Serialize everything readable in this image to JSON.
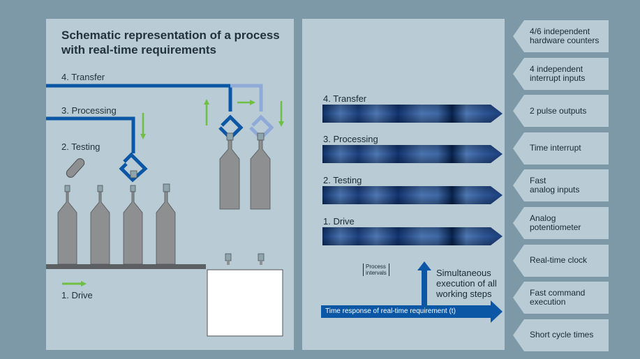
{
  "title": "Schematic representation of a process with real-time requirements",
  "left_labels": {
    "transfer": "4. Transfer",
    "processing": "3. Processing",
    "testing": "2. Testing",
    "drive": "1. Drive"
  },
  "process_bars": [
    {
      "label": "4. Transfer"
    },
    {
      "label": "3. Processing"
    },
    {
      "label": "2. Testing"
    },
    {
      "label": "1. Drive"
    }
  ],
  "process_intervals_label": [
    "Process",
    "intervals"
  ],
  "simultaneous_label": [
    "Simultaneous",
    "execution of all",
    "working steps"
  ],
  "time_axis_label": "Time response of real-time requirement (t)",
  "features": [
    [
      "4/6 independent",
      "hardware counters"
    ],
    [
      "4 independent",
      "interrupt inputs"
    ],
    [
      "2 pulse outputs"
    ],
    [
      "Time interrupt"
    ],
    [
      "Fast",
      "analog inputs"
    ],
    [
      "Analog",
      "potentiometer"
    ],
    [
      "Real-time clock"
    ],
    [
      "Fast command",
      "execution"
    ],
    [
      "Short cycle times"
    ]
  ],
  "colors": {
    "background": "#7d99a8",
    "panel": "#b9cbd5",
    "line_blue": "#0b56a5",
    "light_blue": "#8fa9d8",
    "arrow_green": "#6fbf44",
    "bottle_grey": "#8d8f91",
    "bar_dark": "#0d2f68",
    "bar_light": "#4a74b0"
  }
}
